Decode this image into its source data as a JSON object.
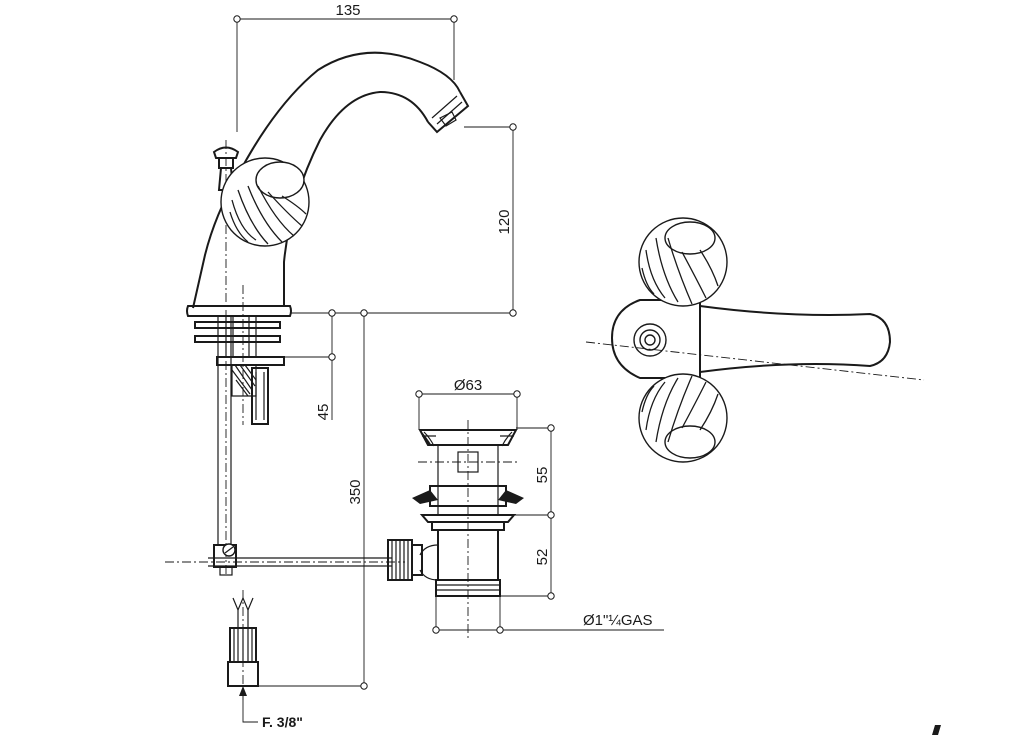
{
  "diagram": {
    "dimensions": {
      "spout_reach": "135",
      "spout_height": "120",
      "deck_thickness": "45",
      "total_length": "350",
      "waste_diameter": "Ø63",
      "waste_upper_height": "55",
      "waste_lower_height": "52",
      "waste_thread": "Ø1\"¼GAS",
      "supply_connection": "F. 3/8\""
    }
  }
}
